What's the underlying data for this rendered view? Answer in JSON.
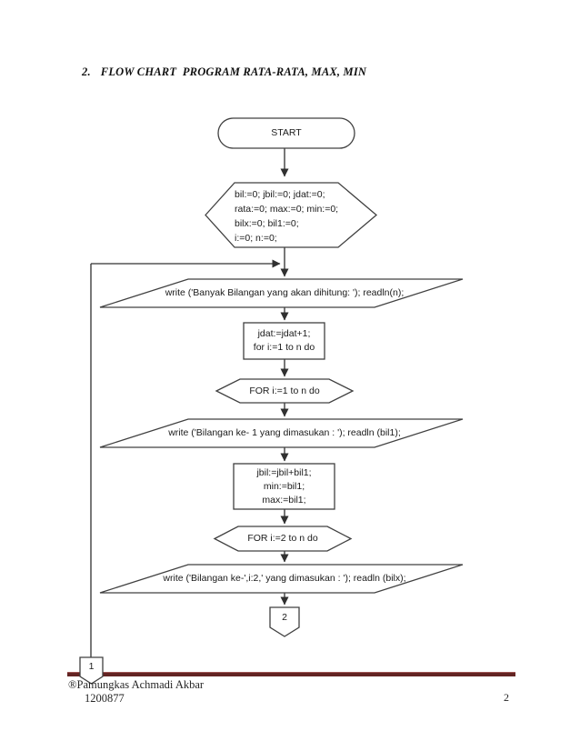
{
  "page": {
    "heading": {
      "number": "2.",
      "text": "FLOW CHART  PROGRAM RATA-RATA, MAX, MIN"
    },
    "footer": {
      "author": "®Pamungkas Achmadi Akbar",
      "id_number": "1200877",
      "page_number": "2"
    }
  },
  "flowchart": {
    "start_label": "START",
    "init_block": "bil:=0; jbil:=0; jdat:=0;\nrata:=0; max:=0; min:=0;\nbilx:=0; bil1:=0;\ni:=0; n:=0;",
    "input_count": "write ('Banyak Bilangan yang akan dihitung: '); readln(n);",
    "process_counter": "jdat:=jdat+1;\nfor i:=1 to n do",
    "loop_first": "FOR i:=1 to n do",
    "input_first": "write ('Bilangan ke- 1 yang dimasukan : '); readln (bil1);",
    "process_minmax": "jbil:=jbil+bil1;\nmin:=bil1;\nmax:=bil1;",
    "loop_rest": "FOR i:=2 to n do",
    "input_rest": "write ('Bilangan ke-',i:2,' yang dimasukan : '); readln (bilx);",
    "offpage_connector_bottom": "2",
    "offpage_connector_left": "1"
  },
  "colors": {
    "shape_stroke": "#404040",
    "connector_stroke": "#303030",
    "footer_rule": "#632423"
  }
}
